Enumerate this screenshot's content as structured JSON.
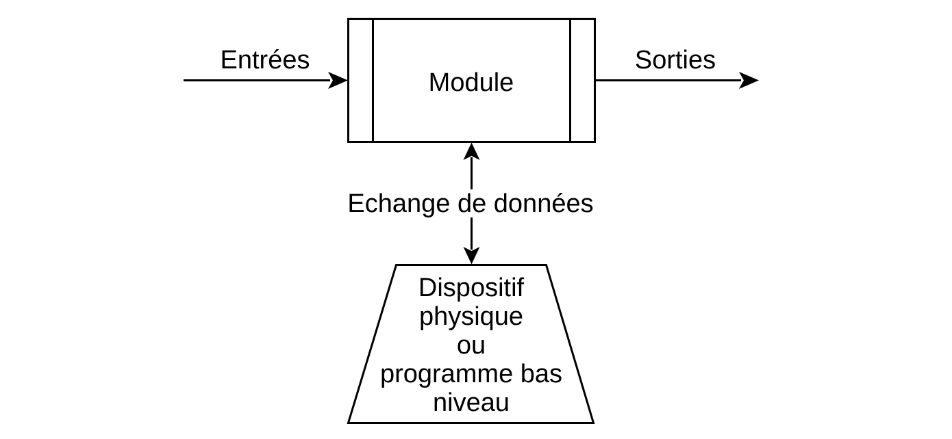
{
  "canvas": {
    "background": "#ffffff",
    "line_color": "#000000"
  },
  "module_block": {
    "label": "Module"
  },
  "input_flow": {
    "label": "Entrées"
  },
  "output_flow": {
    "label": "Sorties"
  },
  "exchange_link": {
    "label": "Echange de données"
  },
  "device_block": {
    "lines": [
      "Dispositif",
      "physique",
      "ou",
      "programme bas",
      "niveau"
    ]
  }
}
